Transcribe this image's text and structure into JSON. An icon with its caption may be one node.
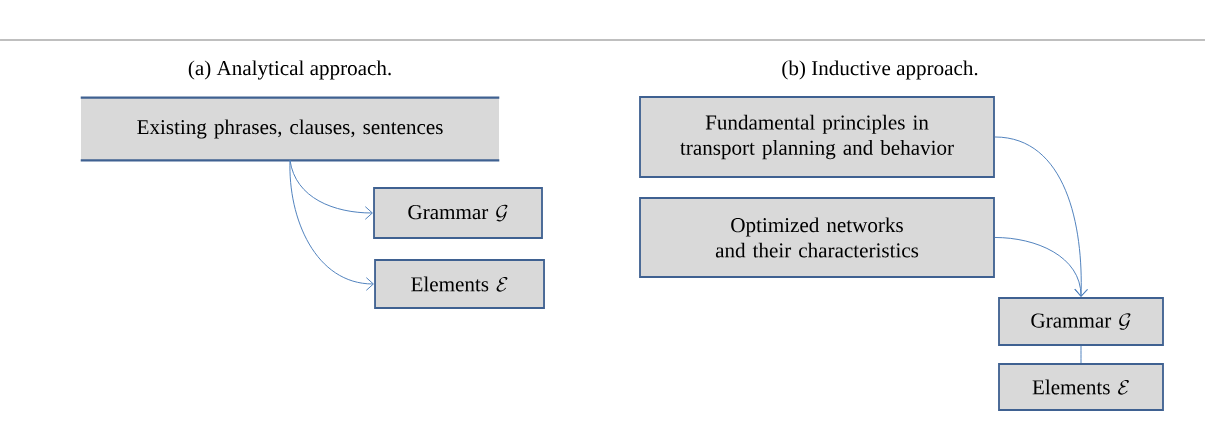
{
  "diagram": {
    "nodes": [
      {
        "text": [
          "Existing phrases, clauses, sentences"
        ]
      },
      {
        "text": [
          "Grammar",
          "\\mathcal{G}"
        ]
      },
      {
        "text": [
          "Elements",
          "\\mathcal{E}"
        ]
      },
      {
        "text": [
          "Fundamental principles in transport planning and behavior"
        ]
      },
      {
        "text": [
          "Optimized networks and their characteristics"
        ]
      },
      {
        "text": [
          "Grammar",
          "\\mathcal{G}"
        ]
      },
      {
        "text": [
          "Elements",
          "\\mathcal{E}"
        ]
      }
    ],
    "edges": [
      {
        "from": 0,
        "to": 1,
        "arrow": "to"
      },
      {
        "from": 0,
        "to": 2,
        "arrow": "to"
      },
      {
        "from": 3,
        "to": 5,
        "arrow": "to"
      },
      {
        "from": 4,
        "to": 5,
        "arrow": "to"
      },
      {
        "from": 5,
        "to": 6,
        "arrow": "none"
      }
    ],
    "labels": [
      "(a)  Analytical approach.",
      "(b)  Inductive approach."
    ]
  }
}
